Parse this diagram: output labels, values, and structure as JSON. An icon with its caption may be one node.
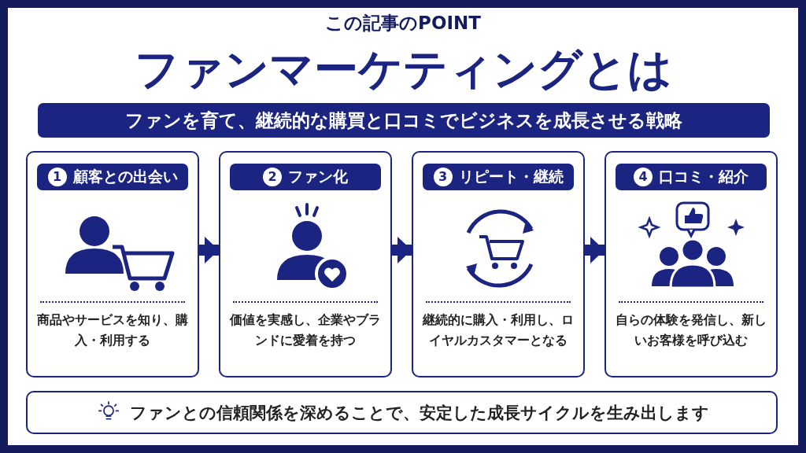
{
  "diagram": {
    "title": "ファンマーケティングとは",
    "nodes": [
      {
        "text": [
          "ファンを育て、継続的な購買と口コミでビジネスを成長させる戦略"
        ]
      },
      {
        "text": [
          "商品やサービスを知り、購入・利用する"
        ]
      },
      {
        "text": [
          "1",
          "顧客との出会い"
        ],
        "in": 1
      },
      {
        "text": [
          "価値を実感し、企業やブランドに愛着を持つ"
        ]
      },
      {
        "text": [
          "2",
          "ファン化"
        ],
        "in": 3
      },
      {
        "text": [
          "継続的に購入・利用し、ロイヤルカスタマーとなる"
        ]
      },
      {
        "text": [
          "3",
          "リピート・継続"
        ],
        "in": 5
      },
      {
        "text": [
          "自らの体験を発信し、新しいお客様を呼び込む"
        ]
      },
      {
        "text": [
          "4",
          "口コミ・紹介"
        ],
        "in": 7
      },
      {
        "text": [
          "ファンとの信頼関係を深めることで、安定した成長サイクルを生み出します"
        ]
      }
    ],
    "edges": [
      {
        "from": 1,
        "to": 3,
        "arrow": "to"
      },
      {
        "from": 3,
        "to": 5,
        "arrow": "to"
      },
      {
        "from": 5,
        "to": 7,
        "arrow": "to"
      }
    ],
    "labels": [
      "この記事のPOINT"
    ]
  }
}
